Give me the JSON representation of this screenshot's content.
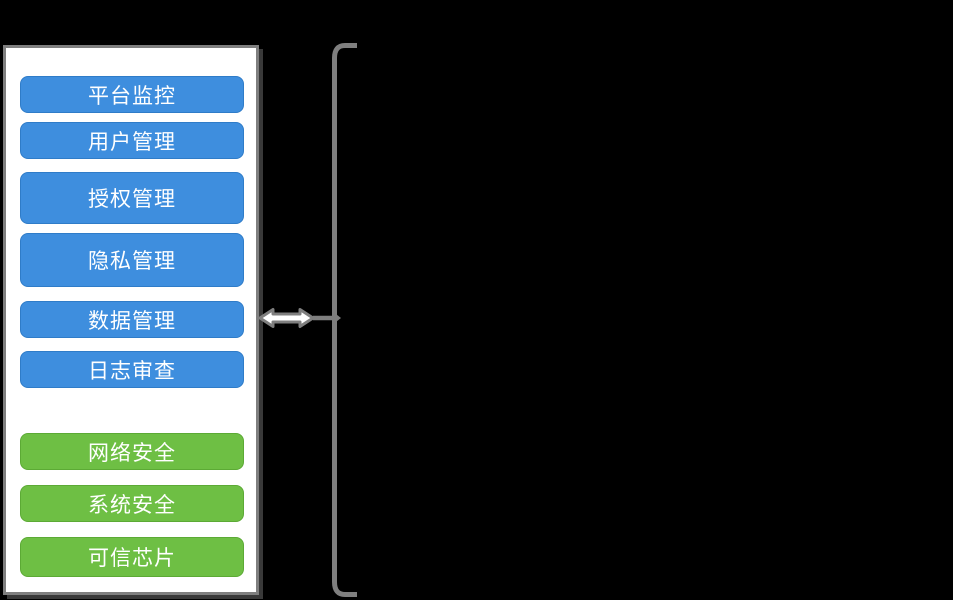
{
  "diagram": {
    "panel": {
      "management_boxes": [
        {
          "label": "平台监控"
        },
        {
          "label": "用户管理"
        },
        {
          "label": "授权管理"
        },
        {
          "label": "隐私管理"
        },
        {
          "label": "数据管理"
        },
        {
          "label": "日志审查"
        }
      ],
      "security_boxes": [
        {
          "label": "网络安全"
        },
        {
          "label": "系统安全"
        },
        {
          "label": "可信芯片"
        }
      ]
    },
    "connector": {
      "arrow": "double-headed-arrow",
      "brace": "left-brace"
    },
    "colors": {
      "background": "#000000",
      "panel_background": "#FFFFFF",
      "panel_border": "#7F7F7F",
      "management_box_fill": "#3E8EDE",
      "security_box_fill": "#6EBF44",
      "box_text": "#FFFFFF",
      "connector_gray": "#7F7F7F"
    }
  }
}
